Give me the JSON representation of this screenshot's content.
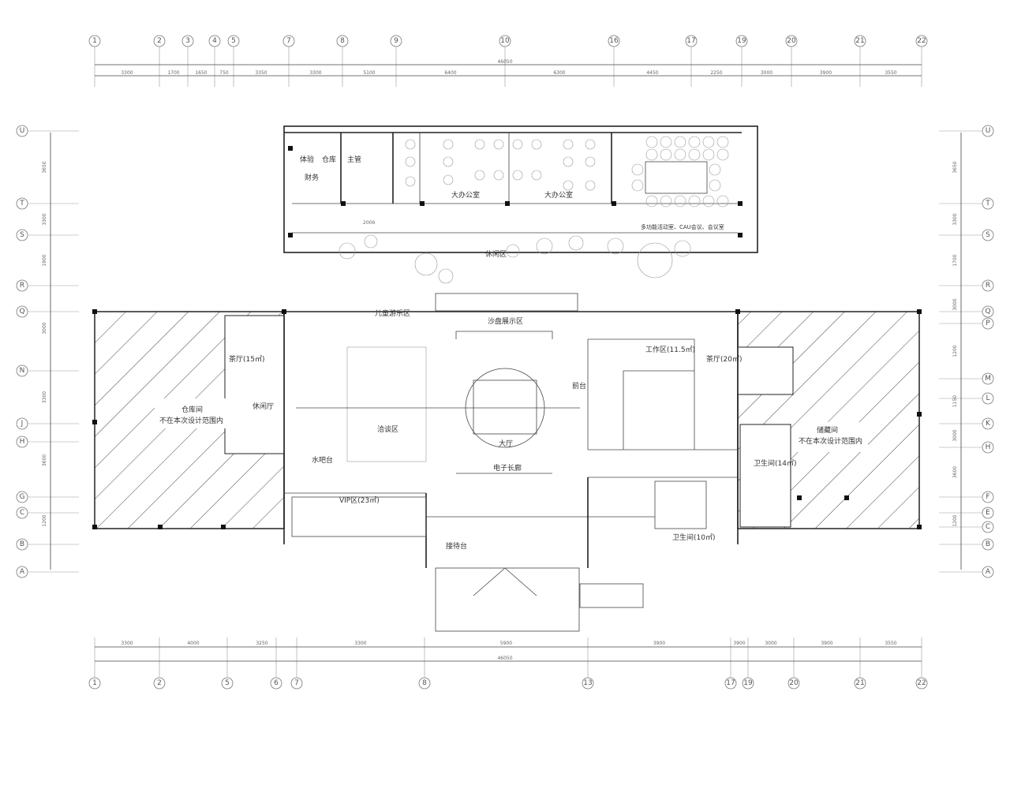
{
  "axes": {
    "top": [
      "1",
      "2",
      "3",
      "4",
      "5",
      "7",
      "8",
      "9",
      "10",
      "16",
      "17",
      "19",
      "20",
      "21",
      "22"
    ],
    "bottom": [
      "1",
      "2",
      "5",
      "6",
      "7",
      "8",
      "13",
      "17",
      "19",
      "20",
      "21",
      "22"
    ],
    "left": [
      "U",
      "T",
      "S",
      "R",
      "Q",
      "N",
      "J",
      "H",
      "G",
      "C",
      "B",
      "A"
    ],
    "right": [
      "U",
      "T",
      "S",
      "R",
      "Q",
      "P",
      "M",
      "L",
      "K",
      "H",
      "F",
      "E",
      "C",
      "B",
      "A"
    ]
  },
  "dimensions": {
    "top_total": "46050",
    "bottom_total": "46050",
    "top_segments": [
      "3300",
      "1700",
      "1650",
      "750",
      "3350",
      "3300",
      "5100",
      "6400",
      "6300",
      "4450",
      "2250",
      "3000",
      "3900",
      "3550"
    ],
    "bottom_segments": [
      "3300",
      "4000",
      "3250",
      "3300",
      "5900",
      "3900",
      "3900",
      "3000",
      "3900",
      "3550"
    ],
    "left_vertical": [
      "3650",
      "3300",
      "1900",
      "3000",
      "3300",
      "3600",
      "1200"
    ],
    "right_vertical": [
      "3650",
      "3300",
      "1700",
      "3000",
      "1200",
      "1150",
      "3000",
      "3600",
      "1200"
    ]
  },
  "rooms": {
    "fitness": "体验",
    "storage": "仓库",
    "finance": "财务",
    "manager": "主管",
    "office_1": "大办公室",
    "office_2": "大办公室",
    "meeting": "多功能活动室、CAU会议、会议室",
    "rest_area": "休闲区",
    "children_area": "儿童游乐区",
    "sand_table": "沙盘展示区",
    "tea_left": "茶厅(15㎡)",
    "tea_right": "茶厅(20㎡)",
    "warehouse_left_1": "仓库间",
    "warehouse_left_2": "不在本次设计范围内",
    "water_bar": "水吧台",
    "negotiation": "洽谈区",
    "vip": "VIP区(23㎡)",
    "hall": "大厅",
    "electronic_corridor": "电子长廊",
    "reception": "前台",
    "office_room": "工作区(11.5㎡)",
    "washroom_1": "卫生间(14㎡)",
    "washroom_2": "卫生间(10㎡)",
    "reception_desk": "接待台",
    "warehouse_right_1": "储藏间",
    "warehouse_right_2": "不在本次设计范围内",
    "note": "2006",
    "lounge": "休闲厅"
  }
}
